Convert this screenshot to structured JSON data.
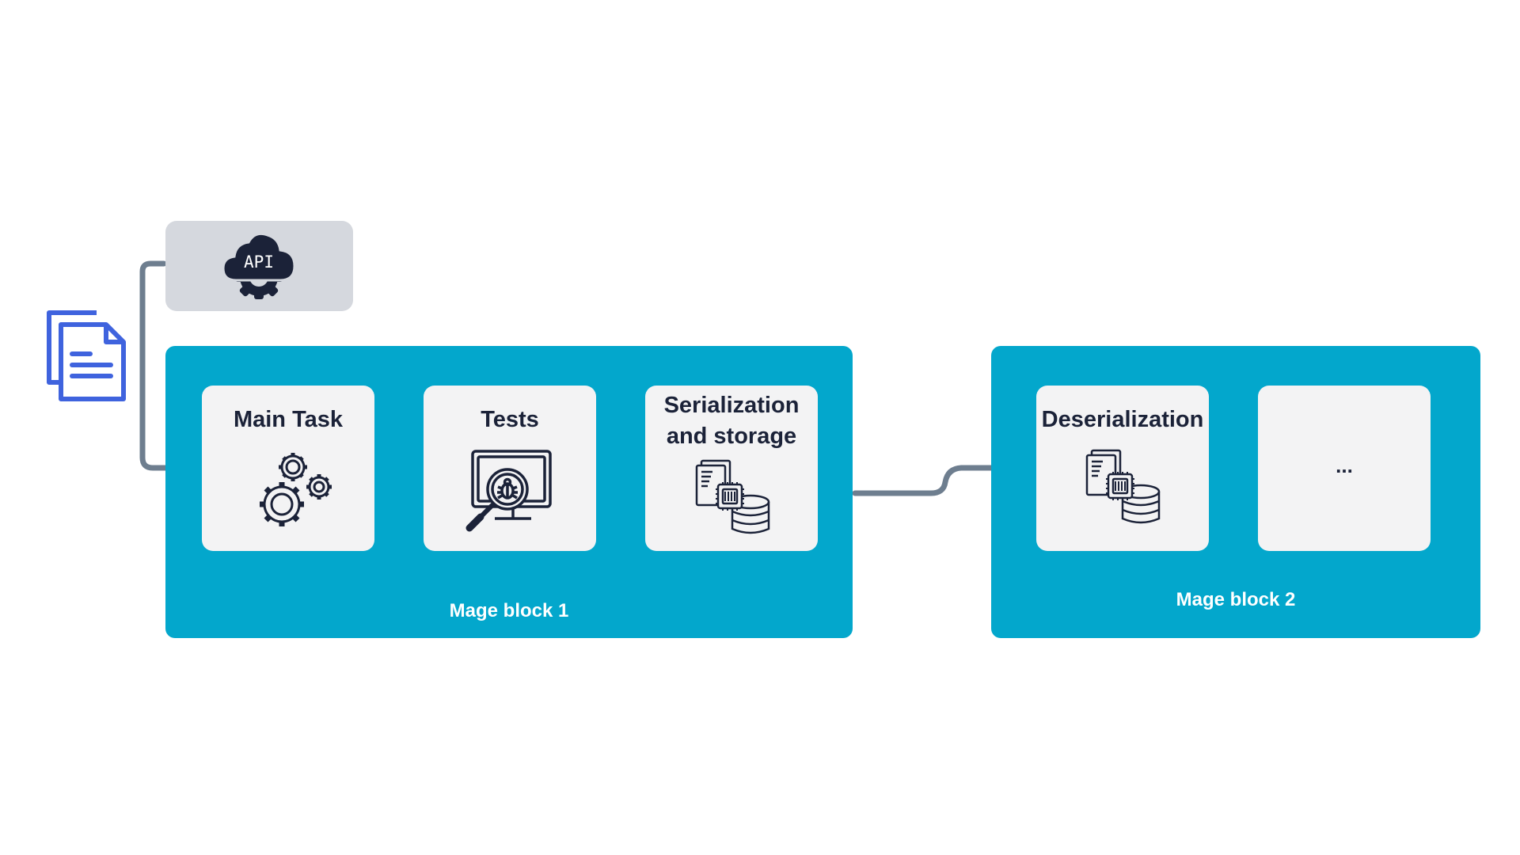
{
  "api": {
    "label": "API",
    "icon": "cloud-api-icon"
  },
  "input_document": {
    "icon": "document-icon",
    "color": "#3f63de"
  },
  "blocks": [
    {
      "label": "Mage block 1",
      "cards": [
        {
          "title": "Main Task",
          "icon": "gears-icon"
        },
        {
          "title": "Tests",
          "icon": "bug-inspection-icon"
        },
        {
          "title": "Serialization and storage",
          "icon": "serialization-storage-icon"
        }
      ]
    },
    {
      "label": "Mage block 2",
      "cards": [
        {
          "title": "Deserialization",
          "icon": "serialization-storage-icon"
        },
        {
          "title": "...",
          "icon": ""
        }
      ]
    }
  ],
  "colors": {
    "block": "#03a7cc",
    "card": "#f3f3f4",
    "api_box": "#d5d8de",
    "connector": "#6e7e8f",
    "icon_dark": "#1b2238"
  }
}
